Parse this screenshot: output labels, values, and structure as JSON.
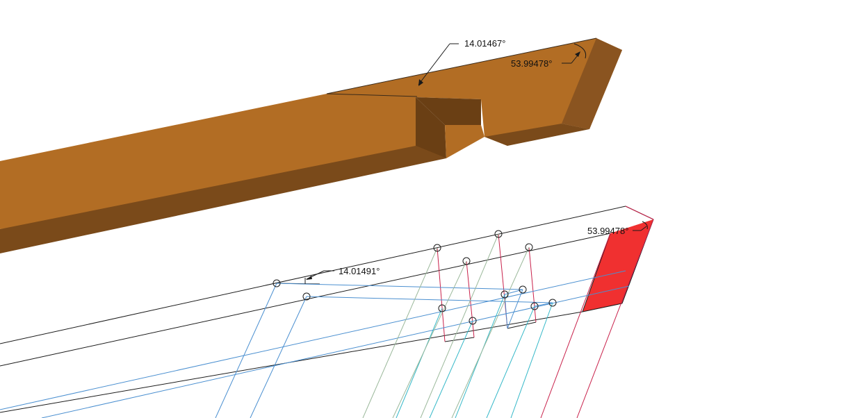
{
  "colors": {
    "wood_top": "#b26d24",
    "wood_front": "#7a4a1a",
    "wood_dark": "#6a3f14",
    "wood_end": "#8a5420",
    "outline": "#1a1a1a",
    "blue_line": "#4a8fd0",
    "cyan_line": "#35b8c8",
    "green_line": "#9ab89a",
    "red_line": "#c8204a",
    "red_face": "#f03030"
  },
  "dimensions": {
    "solid_ridge_angle": "14.01467°",
    "solid_end_angle": "53.99478°",
    "wire_ridge_angle": "14.01491°",
    "wire_end_angle": "53.99478°"
  }
}
